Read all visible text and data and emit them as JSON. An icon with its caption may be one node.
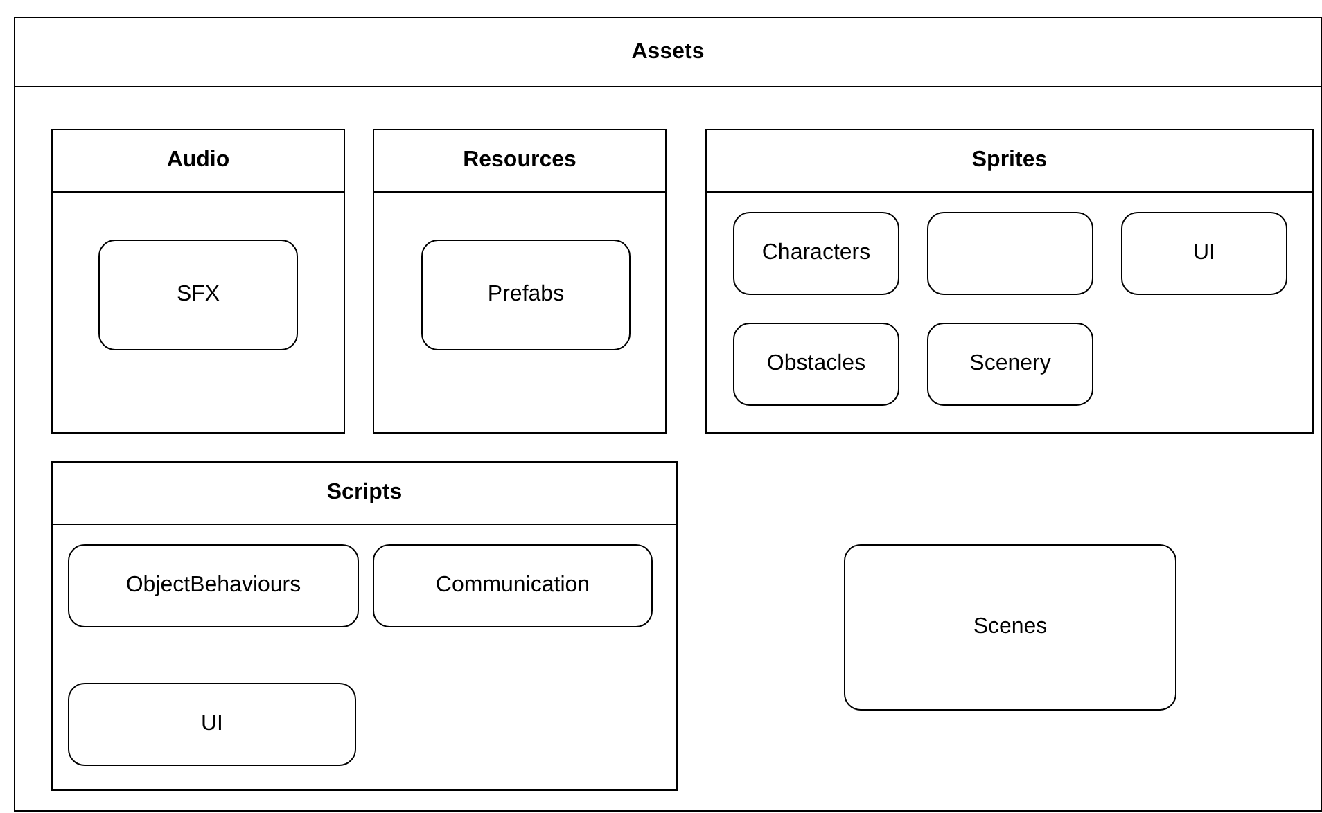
{
  "diagram": {
    "nodes": [
      {
        "text": [
          "Assets"
        ]
      },
      {
        "text": [
          "Audio"
        ],
        "in": 0
      },
      {
        "text": [
          "SFX"
        ],
        "in": 1
      },
      {
        "text": [
          "Resources"
        ],
        "in": 0
      },
      {
        "text": [
          "Prefabs"
        ],
        "in": 3
      },
      {
        "text": [
          "Sprites"
        ],
        "in": 0
      },
      {
        "text": [
          "Characters"
        ],
        "in": 5
      },
      {
        "text": [],
        "shape": "box",
        "in": 5
      },
      {
        "text": [
          "UI"
        ],
        "in": 5
      },
      {
        "text": [
          "Obstacles"
        ],
        "in": 5
      },
      {
        "text": [
          "Scenery"
        ],
        "in": 5
      },
      {
        "text": [
          "Scripts"
        ],
        "in": 0
      },
      {
        "text": [
          "ObjectBehaviours"
        ],
        "in": 11
      },
      {
        "text": [
          "Communication"
        ],
        "in": 11
      },
      {
        "text": [
          "UI"
        ],
        "in": 11
      },
      {
        "text": [
          "Scenes"
        ],
        "in": 0
      }
    ]
  }
}
